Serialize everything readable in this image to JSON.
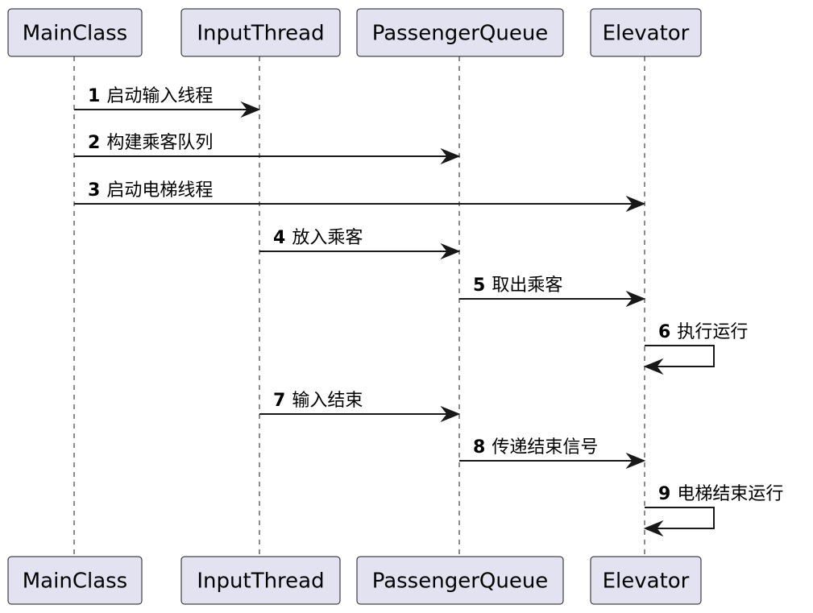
{
  "participants": [
    {
      "id": "main",
      "name": "MainClass"
    },
    {
      "id": "input",
      "name": "InputThread"
    },
    {
      "id": "queue",
      "name": "PassengerQueue"
    },
    {
      "id": "elevator",
      "name": "Elevator"
    }
  ],
  "messages": [
    {
      "num": "1",
      "text": "启动输入线程",
      "from": "main",
      "to": "input"
    },
    {
      "num": "2",
      "text": "构建乘客队列",
      "from": "main",
      "to": "queue"
    },
    {
      "num": "3",
      "text": "启动电梯线程",
      "from": "main",
      "to": "elevator"
    },
    {
      "num": "4",
      "text": "放入乘客",
      "from": "input",
      "to": "queue"
    },
    {
      "num": "5",
      "text": "取出乘客",
      "from": "queue",
      "to": "elevator"
    },
    {
      "num": "6",
      "text": "执行运行",
      "from": "elevator",
      "to": "elevator"
    },
    {
      "num": "7",
      "text": "输入结束",
      "from": "input",
      "to": "queue"
    },
    {
      "num": "8",
      "text": "传递结束信号",
      "from": "queue",
      "to": "elevator"
    },
    {
      "num": "9",
      "text": "电梯结束运行",
      "from": "elevator",
      "to": "elevator"
    }
  ]
}
